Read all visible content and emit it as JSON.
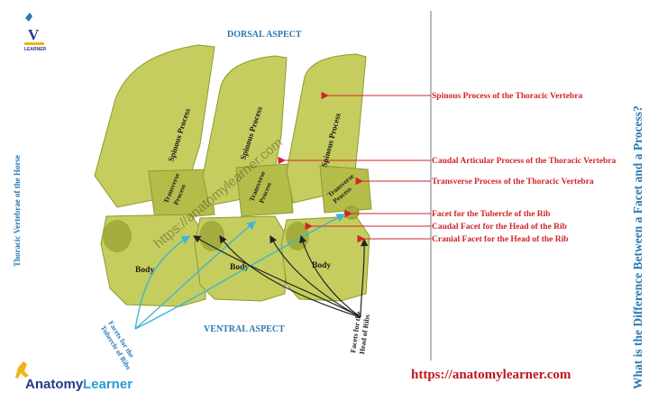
{
  "headings": {
    "dorsal": "DORSAL ASPECT",
    "ventral": "VENTRAL  ASPECT",
    "left_vertical": "Thoracic Vertebrae of the Horse",
    "right_vertical": "What is the Difference Between a Facet and a Process?"
  },
  "logo_top": {
    "mark": "V",
    "subtext": "LEARNER"
  },
  "logo_bottom": {
    "anatomy": "Anatomy",
    "learner": "Learner"
  },
  "url": "https://anatomylearner.com",
  "watermark": "https://anatomylearner.com",
  "bone_labels": {
    "spinous": "Spinous Process",
    "transverse_1": "Transverse",
    "transverse_2": "Process",
    "body": "Body"
  },
  "callouts": [
    {
      "text": "Spinous Process of the Thoracic Vertebra"
    },
    {
      "text": "Caudal Articular Process of the Thoracic Vertebra"
    },
    {
      "text": "Transverse Process of the Thoracic Vertebra"
    },
    {
      "text": "Facet for the Tubercle of the Rib"
    },
    {
      "text": "Caudal Facet for  the Head of the Rib"
    },
    {
      "text": "Cranial Facet for  the Head of the Rib"
    }
  ],
  "group_labels": {
    "tubercle_facets": [
      "Facets for the",
      "Tubercle of Ribs"
    ],
    "head_facets": [
      "Facets for the",
      "Head of Ribs"
    ]
  },
  "colors": {
    "bone": "#c5cd5e",
    "bone_shade": "#a3ad3e",
    "callout_red": "#d2232a",
    "heading_blue": "#2a79b4",
    "cyan_arrow": "#3fb6d3",
    "dark_arrow": "#222222"
  }
}
